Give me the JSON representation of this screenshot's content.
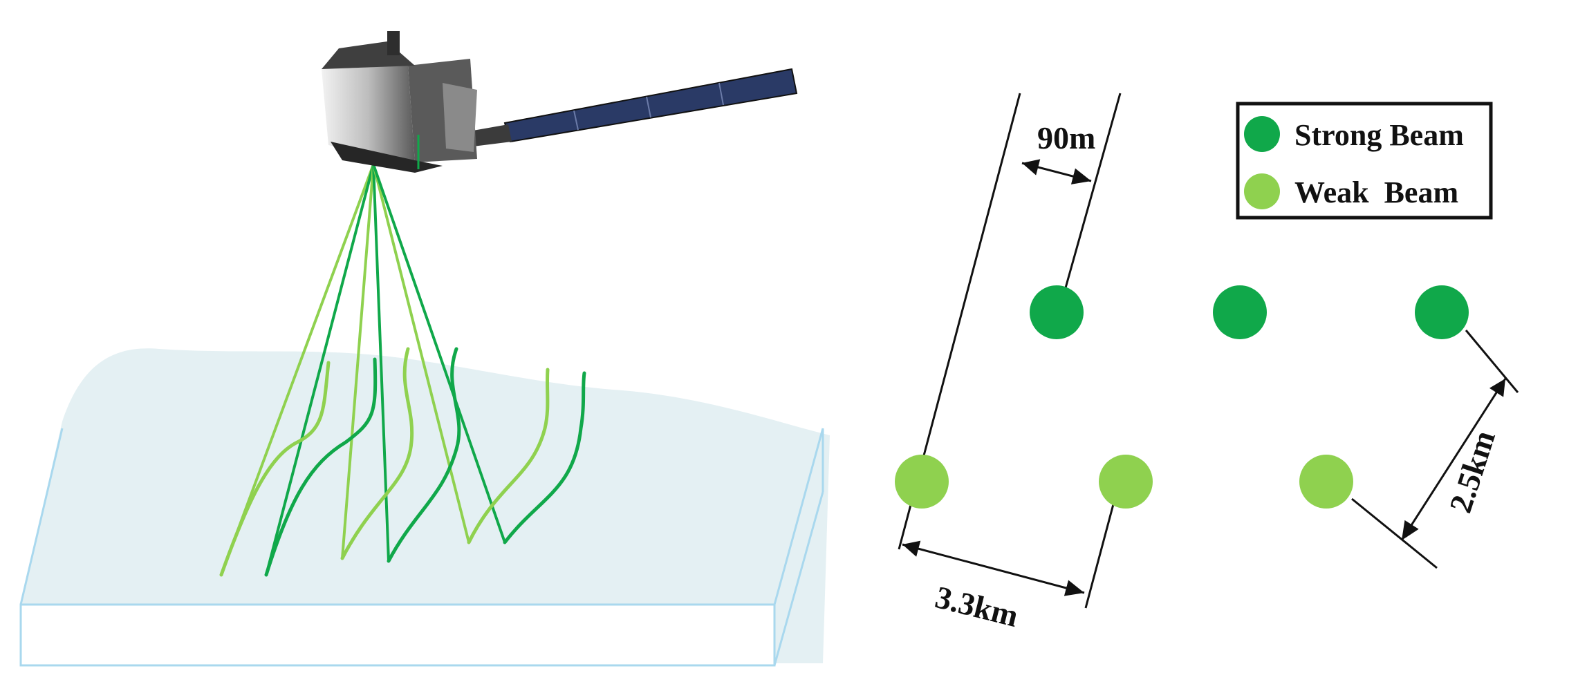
{
  "colors": {
    "strong_beam": "#10a84a",
    "weak_beam": "#8fd14f",
    "ice_surface": "#e4f0f3",
    "ice_outline": "#a9d8ee",
    "dimension_line": "#111111",
    "panel_blue": "#2a3a66"
  },
  "legend": {
    "strong_label": "Strong Beam",
    "weak_label": "Weak  Beam"
  },
  "dimensions": {
    "pair_spacing": "90m",
    "cross_track_spacing": "3.3km",
    "along_track_spacing": "2.5km"
  },
  "beams": {
    "strong_count": 3,
    "weak_count": 3
  }
}
